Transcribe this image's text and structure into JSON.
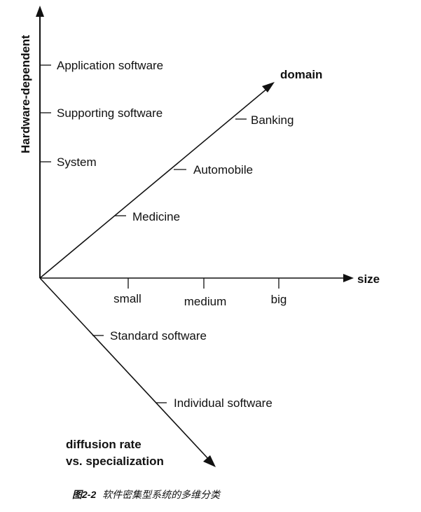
{
  "axes": {
    "vertical": {
      "title": "Hardware-dependent",
      "ticks": [
        "Application software",
        "Supporting software",
        "System"
      ]
    },
    "domain": {
      "title": "domain",
      "ticks": [
        "Banking",
        "Automobile",
        "Medicine"
      ]
    },
    "size": {
      "title": "size",
      "ticks": [
        "small",
        "medium",
        "big"
      ]
    },
    "diffusion": {
      "title_line1": "diffusion rate",
      "title_line2": "vs. specialization",
      "ticks": [
        "Standard software",
        "Individual software"
      ]
    }
  },
  "caption": {
    "number": "图2-2",
    "text": "软件密集型系统的多维分类"
  },
  "colors": {
    "line": "#111111",
    "background": "#ffffff"
  }
}
